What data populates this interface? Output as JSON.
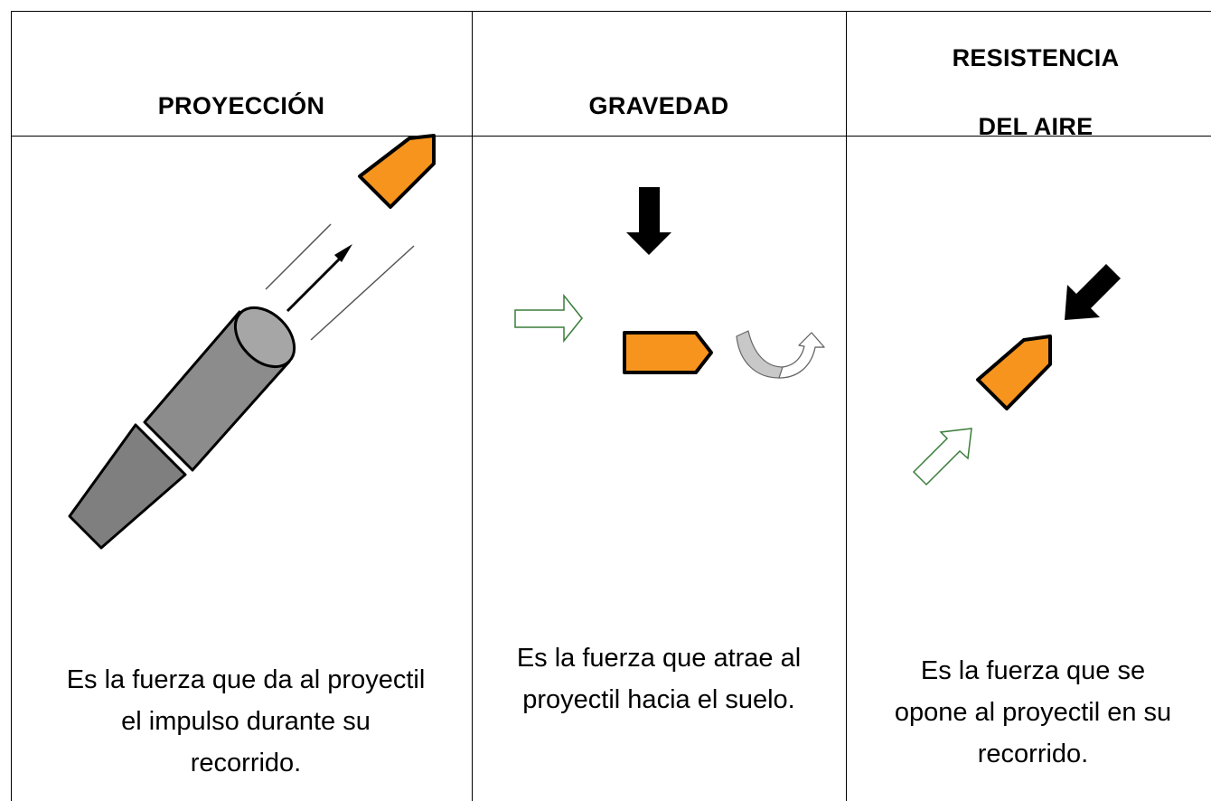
{
  "columns": [
    {
      "header": "PROYECCIÓN",
      "description_lines": [
        "Es la fuerza que da al proyectil",
        "el impulso durante su",
        "recorrido."
      ]
    },
    {
      "header": "GRAVEDAD",
      "description_lines": [
        "Es la fuerza que atrae al",
        "proyectil hacia el suelo."
      ]
    },
    {
      "header_lines": [
        "RESISTENCIA",
        "DEL AIRE"
      ],
      "description_lines": [
        "Es la fuerza que se",
        "opone al proyectil en su",
        "recorrido."
      ]
    }
  ],
  "colors": {
    "projectile": "#f7941d",
    "cannon_dark": "#7f7f7f",
    "cannon_light": "#a6a6a6",
    "outline_arrow": "#3a7d3a"
  },
  "icons": [
    "cannon-icon",
    "projectile-icon",
    "force-arrow-icon",
    "hollow-arrow-icon",
    "curved-arrow-icon"
  ]
}
